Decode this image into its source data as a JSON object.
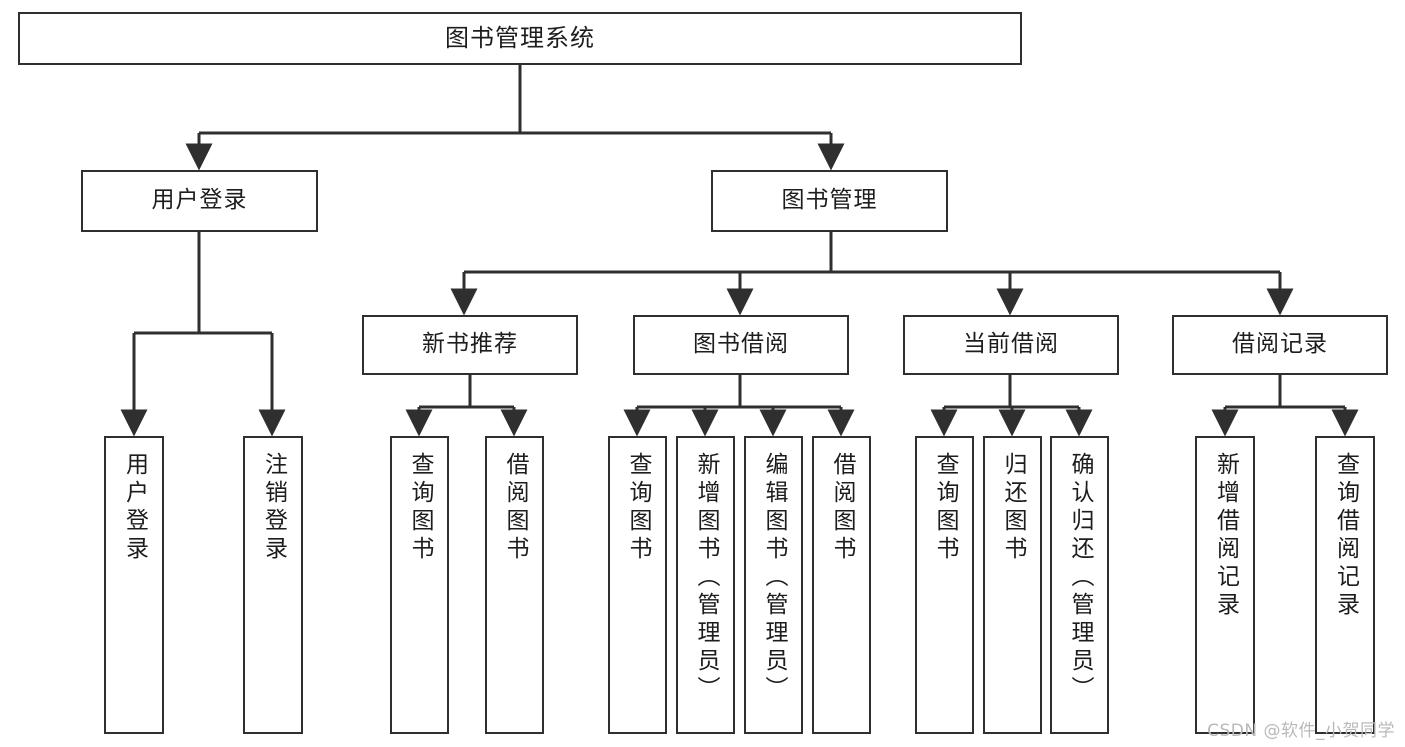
{
  "diagram": {
    "title": "图书管理系统",
    "type": "tree",
    "watermark": "CSDN @软件_小贺同学",
    "colors": {
      "node_border": "#2f2f2f",
      "node_fill": "#ffffff",
      "edge": "#2f2f2f",
      "text": "#1d1d1d",
      "watermark": "#b9b9b9",
      "background": "#ffffff"
    },
    "nodes": {
      "root": {
        "label": "图书管理系统"
      },
      "level2": [
        {
          "id": "user-login",
          "label": "用户登录"
        },
        {
          "id": "book-management",
          "label": "图书管理"
        }
      ],
      "level3": [
        {
          "id": "new-book-recommend",
          "label": "新书推荐"
        },
        {
          "id": "book-borrow",
          "label": "图书借阅"
        },
        {
          "id": "current-borrow",
          "label": "当前借阅"
        },
        {
          "id": "borrow-record",
          "label": "借阅记录"
        }
      ],
      "leaves": {
        "user-login": [
          {
            "id": "leaf-user-login",
            "label": "用户登录"
          },
          {
            "id": "leaf-logout",
            "label": "注销登录"
          }
        ],
        "new-book-recommend": [
          {
            "id": "leaf-query-book-1",
            "label": "查询图书"
          },
          {
            "id": "leaf-borrow-book-1",
            "label": "借阅图书"
          }
        ],
        "book-borrow": [
          {
            "id": "leaf-query-book-2",
            "label": "查询图书"
          },
          {
            "id": "leaf-add-book",
            "label": "新增图书（管理员）"
          },
          {
            "id": "leaf-edit-book",
            "label": "编辑图书（管理员）"
          },
          {
            "id": "leaf-borrow-book-2",
            "label": "借阅图书"
          }
        ],
        "current-borrow": [
          {
            "id": "leaf-query-book-3",
            "label": "查询图书"
          },
          {
            "id": "leaf-return-book",
            "label": "归还图书"
          },
          {
            "id": "leaf-confirm-return",
            "label": "确认归还（管理员）"
          }
        ],
        "borrow-record": [
          {
            "id": "leaf-add-record",
            "label": "新增借阅记录"
          },
          {
            "id": "leaf-query-record",
            "label": "查询借阅记录"
          }
        ]
      }
    }
  }
}
